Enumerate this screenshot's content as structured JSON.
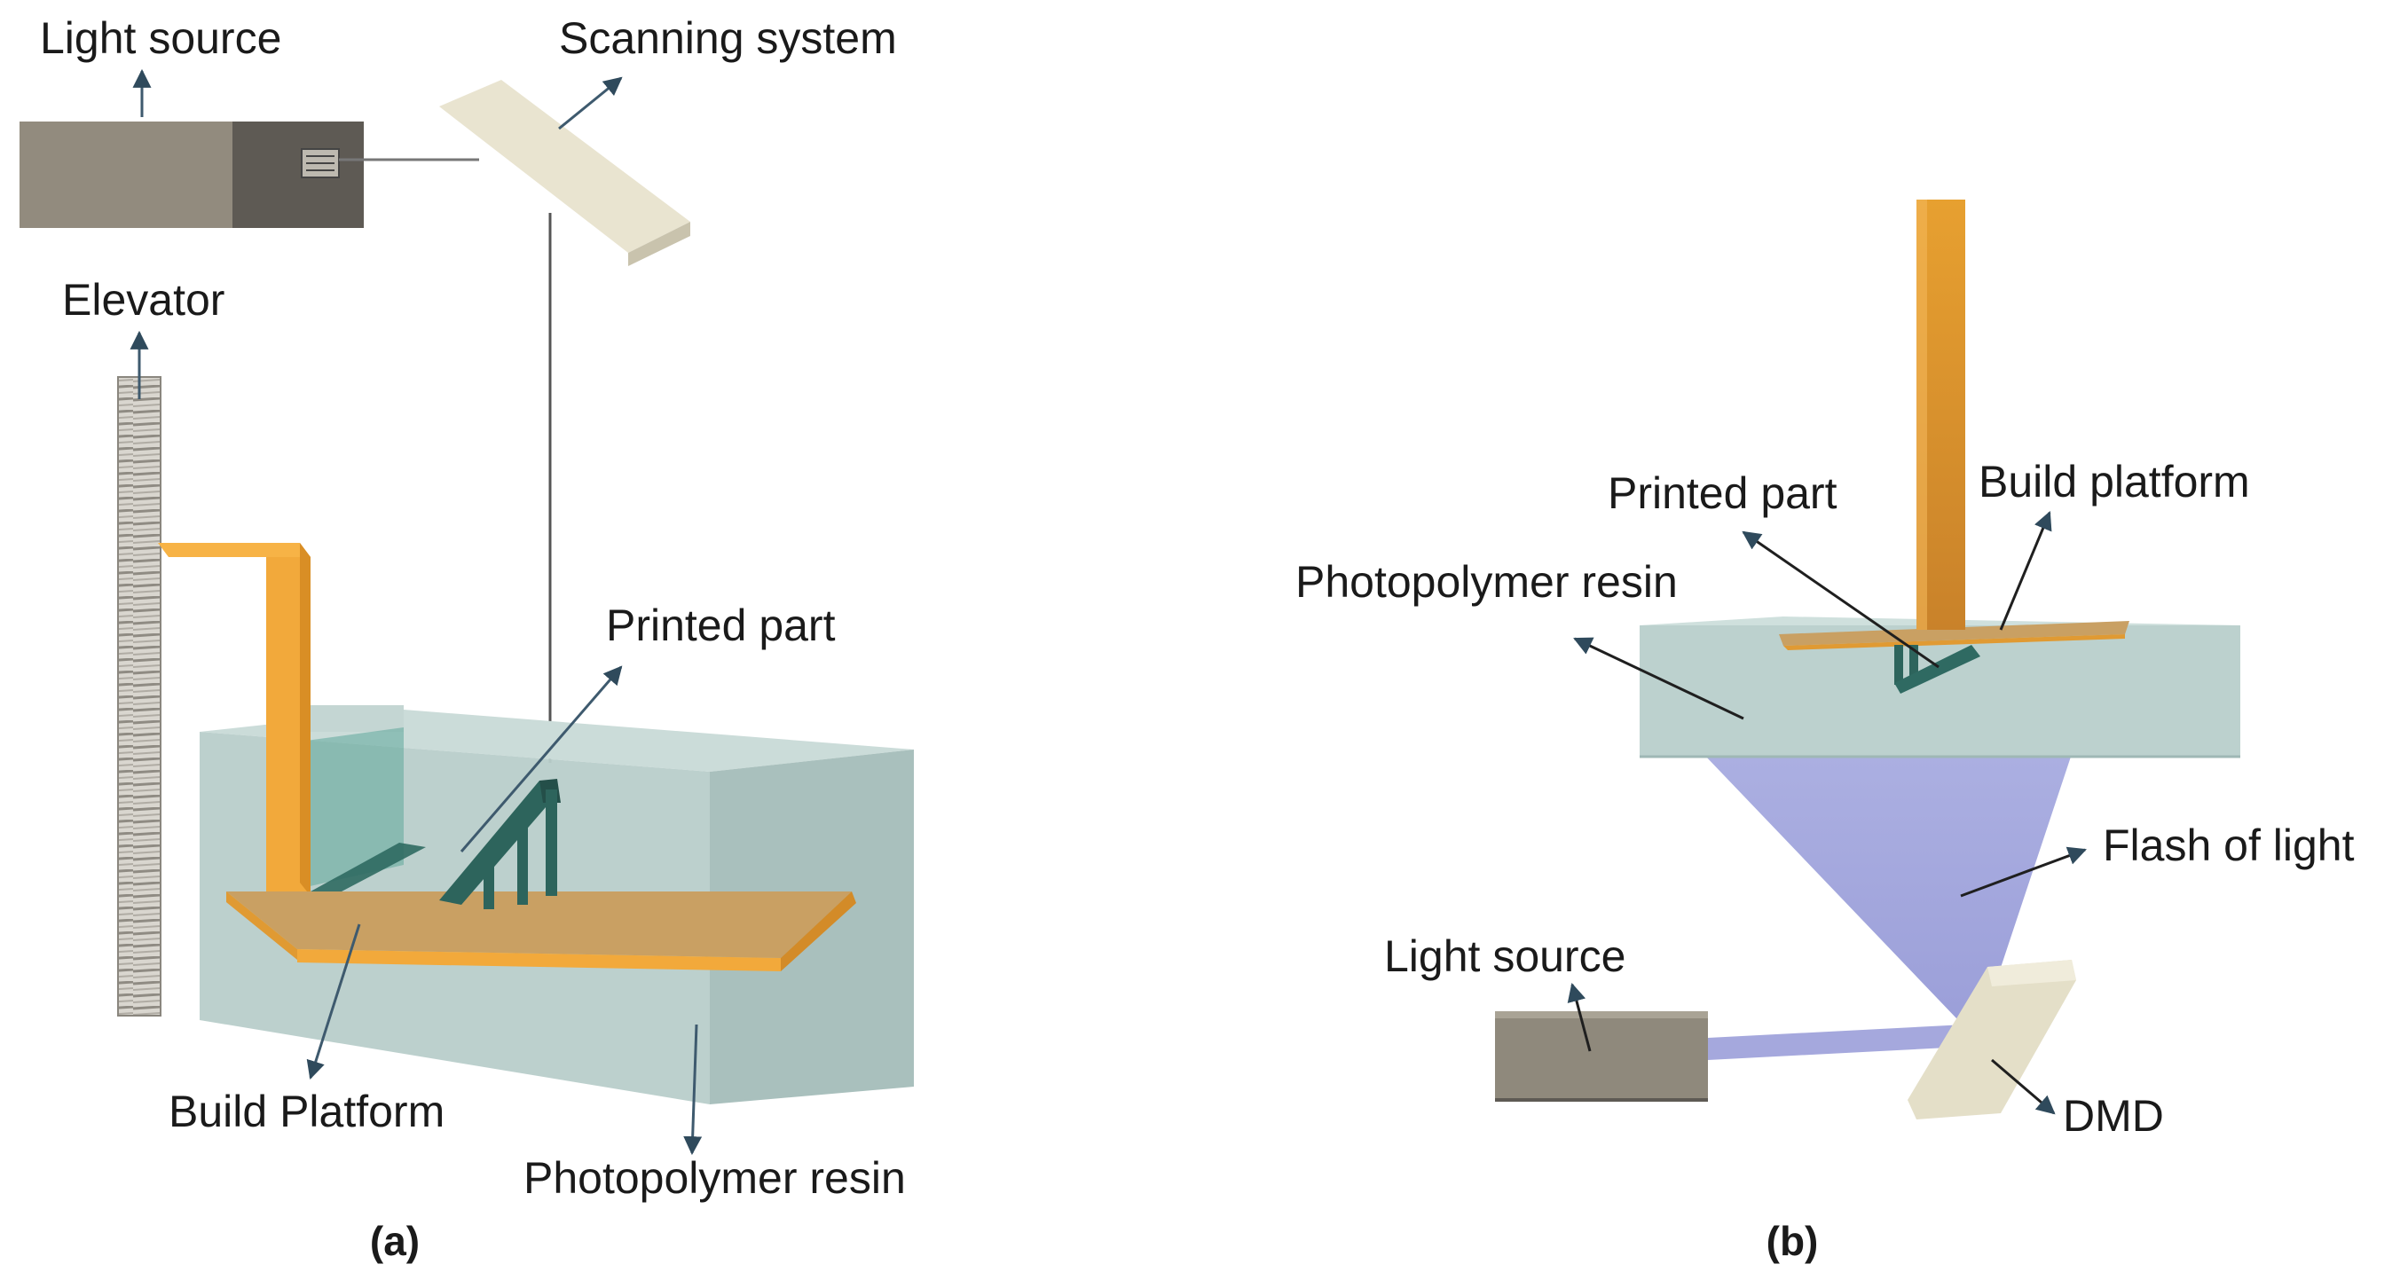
{
  "panel_a": {
    "caption": "(a)",
    "labels": {
      "light_source": "Light source",
      "scanning_system": "Scanning system",
      "elevator": "Elevator",
      "printed_part": "Printed part",
      "build_platform": "Build Platform",
      "photopolymer_resin": "Photopolymer resin"
    }
  },
  "panel_b": {
    "caption": "(b)",
    "labels": {
      "printed_part": "Printed part",
      "build_platform": "Build platform",
      "photopolymer_resin": "Photopolymer resin",
      "flash_of_light": "Flash of light",
      "light_source": "Light source",
      "dmd": "DMD"
    }
  },
  "colors": {
    "resin": "#b9cfcc",
    "platform": "#f2a93b",
    "part": "#2f6a62",
    "light_source_box": "#8c8578",
    "scanner": "#e8e3cf",
    "light_beam": "#9fa3dc",
    "arrow": "#3e5a6e"
  }
}
